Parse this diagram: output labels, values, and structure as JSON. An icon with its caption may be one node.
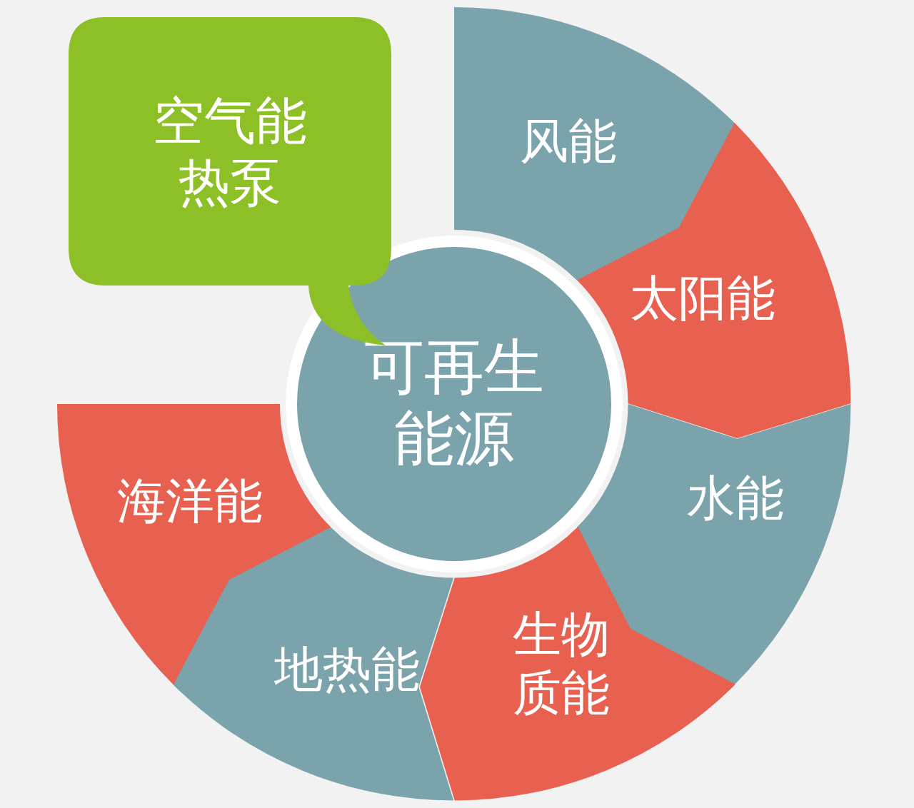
{
  "diagram": {
    "nodes": [
      {
        "text": [
          "空气能热泵"
        ]
      },
      {
        "text": [
          "可再生能源"
        ]
      },
      {
        "text": [
          "风能"
        ]
      },
      {
        "text": [
          "太阳能"
        ]
      },
      {
        "text": [
          "水能"
        ]
      },
      {
        "text": [
          "生物质能"
        ]
      },
      {
        "text": [
          "地热能"
        ]
      },
      {
        "text": [
          "海洋能"
        ]
      }
    ]
  }
}
